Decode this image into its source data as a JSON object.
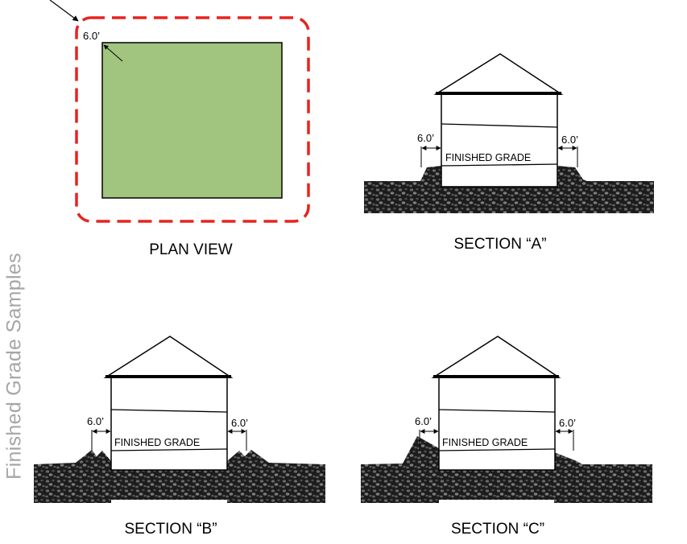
{
  "side_title": "Finished Grade Samples",
  "colors": {
    "plan_fill": "#a1c47e",
    "dashed_boundary": "#e8231f",
    "grade_fill": "#232323",
    "side_title": "#a6a6a6"
  },
  "plan_view": {
    "caption": "PLAN VIEW",
    "dimension": "6.0’"
  },
  "sections": [
    {
      "id": "a",
      "caption": "SECTION “A”",
      "label": "FINISHED GRADE",
      "left_dim": "6.0’",
      "right_dim": "6.0’"
    },
    {
      "id": "b",
      "caption": "SECTION “B”",
      "label": "FINISHED GRADE",
      "left_dim": "6.0’",
      "right_dim": "6.0’"
    },
    {
      "id": "c",
      "caption": "SECTION “C”",
      "label": "FINISHED GRADE",
      "left_dim": "6.0’",
      "right_dim": "6.0’"
    }
  ]
}
